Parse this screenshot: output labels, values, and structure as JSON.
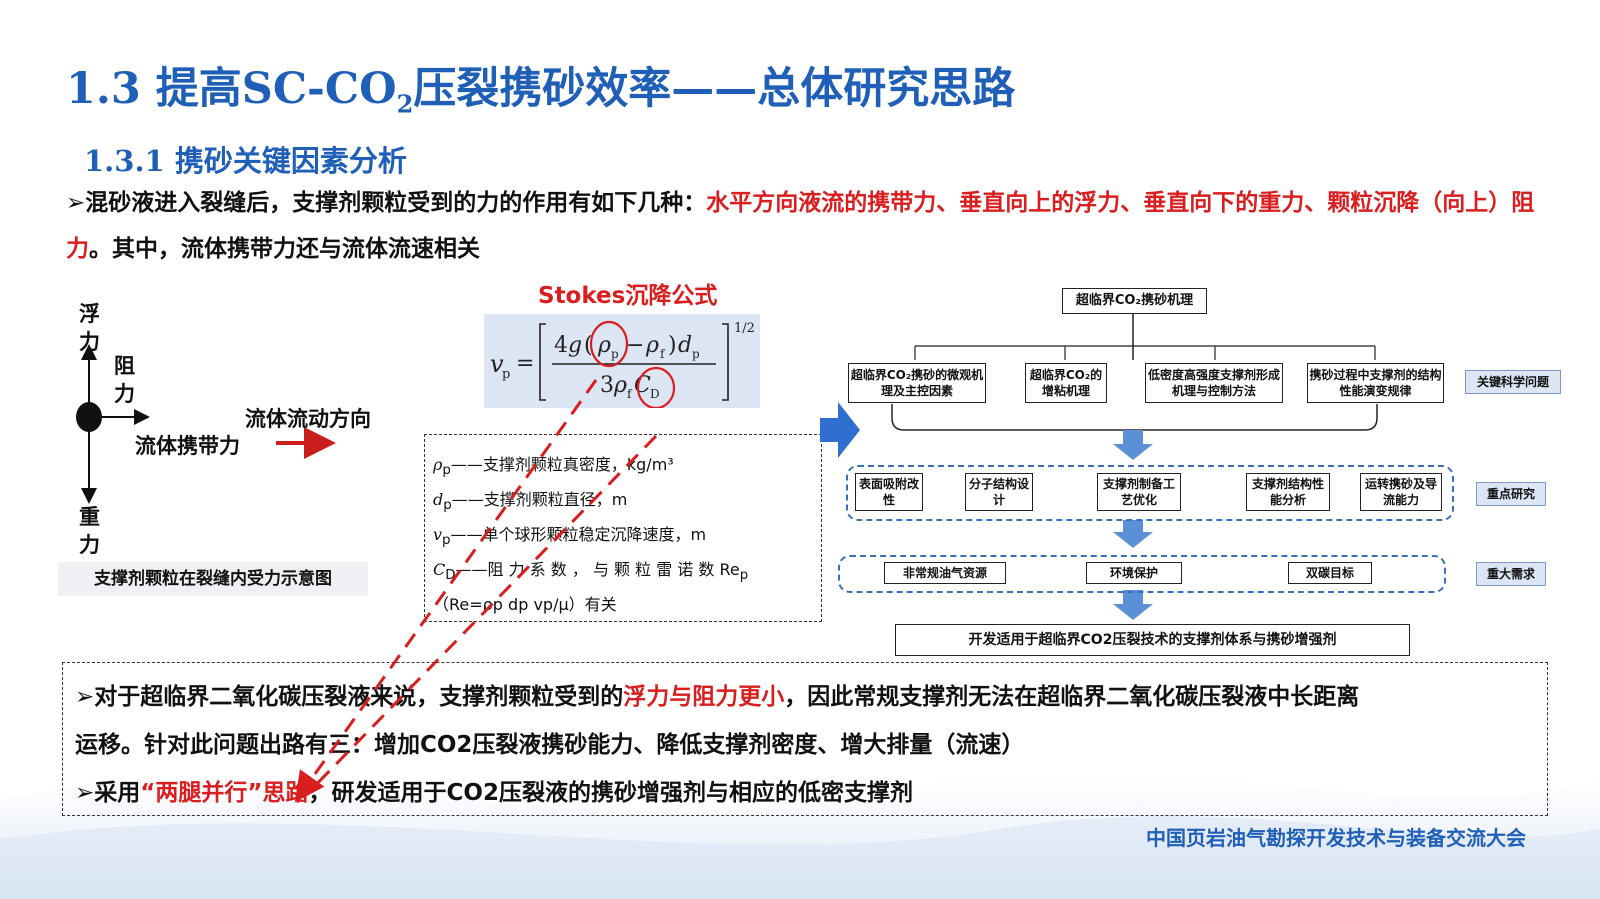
{
  "title": {
    "prefix": "1.3 提高SC-CO",
    "sub": "2",
    "suffix": "压裂携砂效率——总体研究思路"
  },
  "subtitle": "1.3.1 携砂关键因素分析",
  "intro": {
    "bullet": "➢",
    "black1": "混砂液进入裂缝后，支撑剂颗粒受到的力的作用有如下几种：",
    "red1": "水平方向液流的携带力、垂直向上的浮力、垂直向下的重力、颗粒沉降（向上）阻力",
    "black2": "。其中，流体携带力还与流体流速相关"
  },
  "force_diagram": {
    "buoyancy": "浮力",
    "resistance": "阻力",
    "gravity": "重力",
    "carrying": "流体携带力",
    "flow_direction": "流体流动方向",
    "caption": "支撑剂颗粒在裂缝内受力示意图"
  },
  "stokes": {
    "title": "Stokes沉降公式",
    "exponent": "1/2"
  },
  "definitions": [
    {
      "sym": "ρ",
      "sub": "p",
      "text": "——支撑剂颗粒真密度，kg/m³"
    },
    {
      "sym": "d",
      "sub": "p",
      "text": "——支撑剂颗粒直径，m"
    },
    {
      "sym": "v",
      "sub": "p",
      "text": "——单个球形颗粒稳定沉降速度，m"
    },
    {
      "sym": "C",
      "sub": "D",
      "text": "——阻 力 系 数 ， 与 颗 粒 雷 诺 数 Re",
      "tail_sub": "p"
    },
    {
      "text": "（Re=ρp dp vp/μ）有关"
    }
  ],
  "flowchart": {
    "top": "超临界CO₂携砂机理",
    "row1": [
      "超临界CO₂携砂的微观机理及主控因素",
      "超临界CO₂的增粘机理",
      "低密度高强度支撑剂形成机理与控制方法",
      "携砂过程中支撑剂的结构性能演变规律"
    ],
    "row2": [
      "表面吸附改性",
      "分子结构设计",
      "支撑剂制备工艺优化",
      "支撑剂结构性能分析",
      "运转携砂及导流能力"
    ],
    "row3": [
      "非常规油气资源",
      "环境保护",
      "双碳目标"
    ],
    "final": "开发适用于超临界CO2压裂技术的支撑剂体系与携砂增强剂",
    "tags": [
      "关键科学问题",
      "重点研究",
      "重大需求"
    ]
  },
  "conclusion": {
    "l1_black1": "➢对于超临界二氧化碳压裂液来说，支撑剂颗粒受到的",
    "l1_red": "浮力与阻力更小",
    "l1_black2": "，因此常规支撑剂无法在超临界二氧化碳压裂液中长距离",
    "l2": "运移。针对此问题出路有三：增加CO2压裂液携砂能力、降低支撑剂密度、增大排量（流速）",
    "l3_black1": "➢采用",
    "l3_red": "“两腿并行”思路",
    "l3_black2": "，研发适用于CO2压裂液的携砂增强剂与相应的低密支撑剂"
  },
  "footer": "中国页岩油气勘探开发技术与装备交流大会",
  "colors": {
    "title_blue": "#1f5fb8",
    "accent_red": "#d81e1e",
    "box_blue": "#dbe5f3"
  }
}
